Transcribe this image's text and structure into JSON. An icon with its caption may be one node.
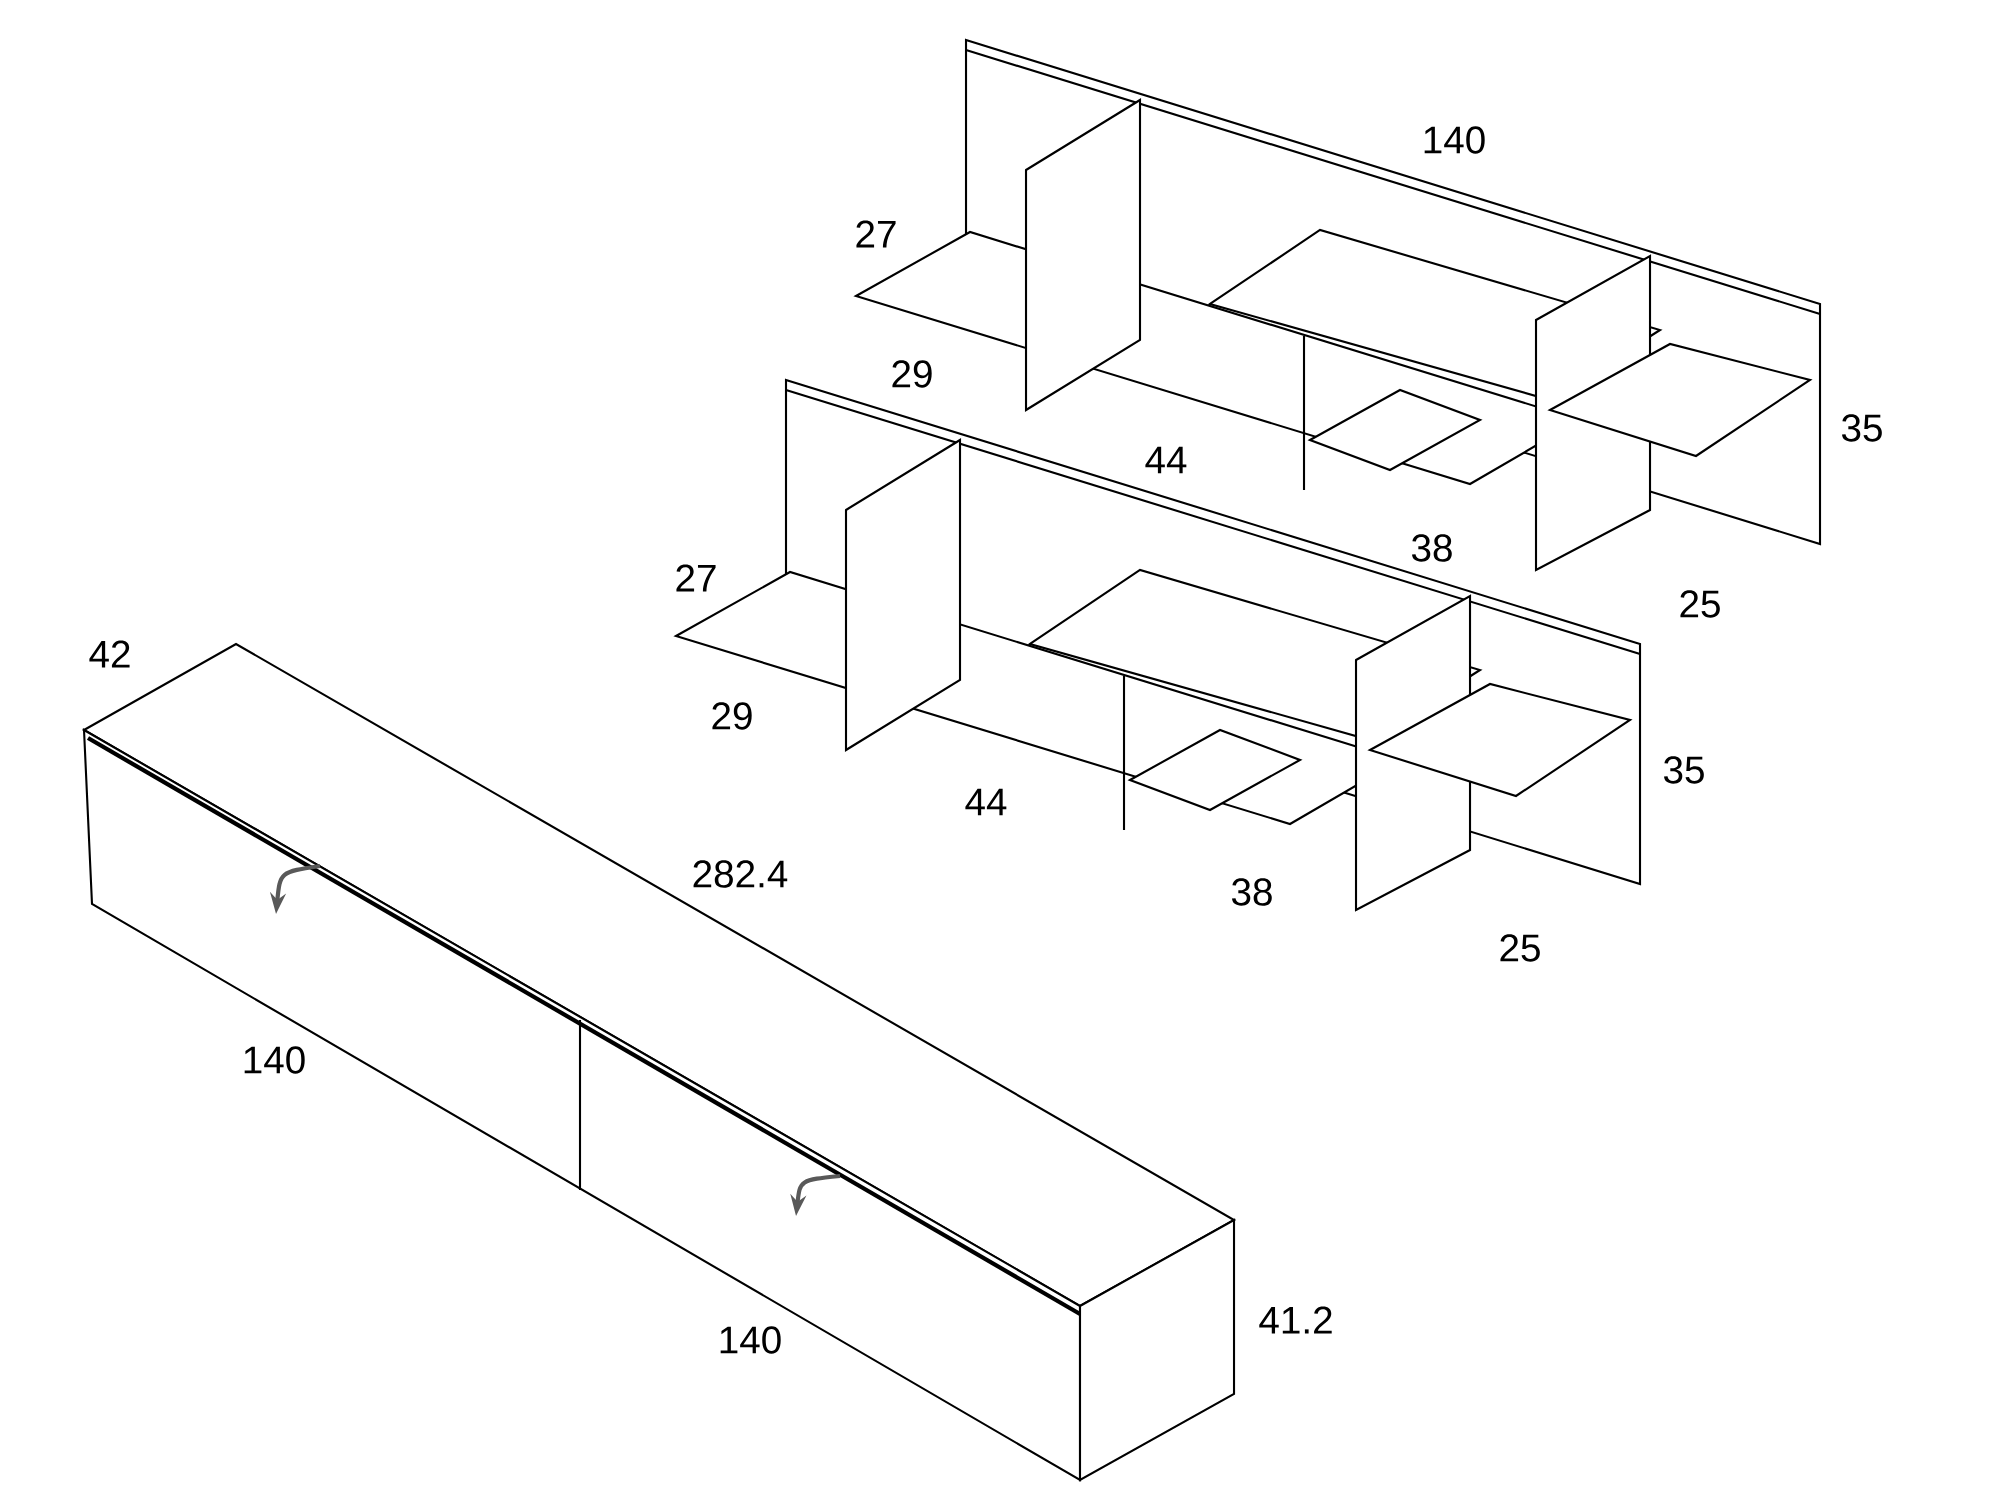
{
  "diagram": {
    "labels": [
      "140",
      "27",
      "29",
      "35",
      "44",
      "38",
      "27",
      "25",
      "42",
      "29",
      "35",
      "44",
      "282.4",
      "38",
      "25",
      "140",
      "140",
      "41.2"
    ]
  }
}
